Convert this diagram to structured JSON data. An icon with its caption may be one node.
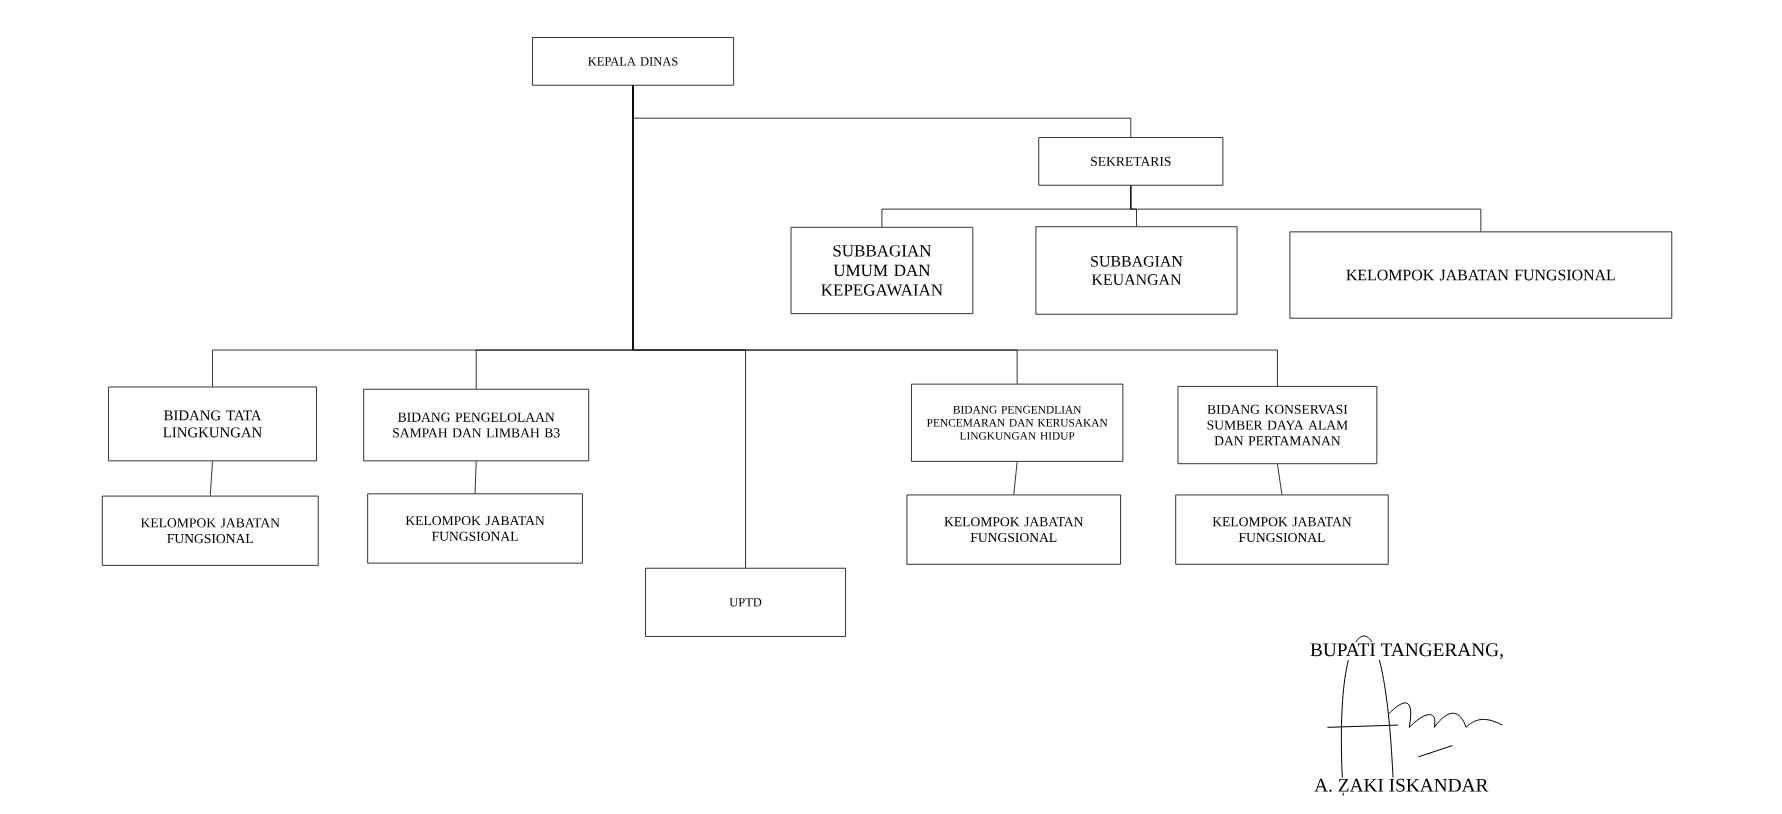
{
  "diagram": {
    "nodes": [
      {
        "text": [
          "KEPALA DINAS"
        ]
      },
      {
        "text": [
          "SEKRETARIS"
        ]
      },
      {
        "text": [
          "SUBBAGIAN UMUM DAN KEPEGAWAIAN"
        ]
      },
      {
        "text": [
          "SUBBAGIAN KEUANGAN"
        ]
      },
      {
        "text": [
          "KELOMPOK JABATAN FUNGSIONAL"
        ]
      },
      {
        "text": [
          "BIDANG TATA LINGKUNGAN"
        ]
      },
      {
        "text": [
          "BIDANG PENGELOLAAN SAMPAH DAN LIMBAH B3"
        ]
      },
      {
        "text": [
          "UPTD"
        ]
      },
      {
        "text": [
          "BIDANG PENGENDLIAN PENCEMARAN DAN KERUSAKAN LINGKUNGAN HIDUP"
        ]
      },
      {
        "text": [
          "BIDANG KONSERVASI SUMBER DAYA ALAM DAN PERTAMANAN"
        ]
      },
      {
        "text": [
          "KELOMPOK JABATAN FUNGSIONAL"
        ]
      },
      {
        "text": [
          "KELOMPOK JABATAN FUNGSIONAL"
        ]
      },
      {
        "text": [
          "KELOMPOK JABATAN FUNGSIONAL"
        ]
      },
      {
        "text": [
          "KELOMPOK JABATAN FUNGSIONAL"
        ]
      }
    ],
    "edges": [
      {
        "from": 0,
        "to": 1,
        "arrow": "none"
      },
      {
        "from": 1,
        "to": 2,
        "arrow": "none"
      },
      {
        "from": 1,
        "to": 3,
        "arrow": "none"
      },
      {
        "from": 1,
        "to": 4,
        "arrow": "none"
      },
      {
        "from": 0,
        "to": 5,
        "arrow": "none"
      },
      {
        "from": 0,
        "to": 6,
        "arrow": "none"
      },
      {
        "from": 0,
        "to": 7,
        "arrow": "none"
      },
      {
        "from": 0,
        "to": 8,
        "arrow": "none"
      },
      {
        "from": 0,
        "to": 9,
        "arrow": "none"
      },
      {
        "from": 5,
        "to": 10,
        "arrow": "none"
      },
      {
        "from": 6,
        "to": 11,
        "arrow": "none"
      },
      {
        "from": 8,
        "to": 12,
        "arrow": "none"
      },
      {
        "from": 9,
        "to": 13,
        "arrow": "none"
      }
    ],
    "labels": [
      "BUPATI TANGERANG,",
      "A. ZAKI ISKANDAR"
    ]
  }
}
